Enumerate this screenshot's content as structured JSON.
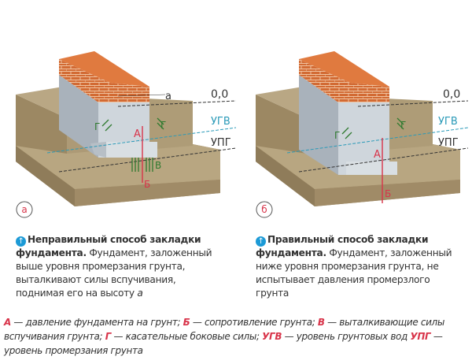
{
  "diagram_a": {
    "badge": "а",
    "gap_label": "а",
    "level_zero": "0,0",
    "ugv": "УГВ",
    "upg": "УПГ",
    "force_a": "А",
    "force_b": "Б",
    "force_v": "В",
    "force_g": "Г"
  },
  "diagram_b": {
    "badge": "б",
    "level_zero": "0,0",
    "ugv": "УГВ",
    "upg": "УПГ",
    "force_a": "А",
    "force_b": "Б",
    "force_g": "Г"
  },
  "caption_a": {
    "bold": "Неправильный способ закладки фундамента.",
    "text": " Фундамент, заложенный выше уровня промерзания грунта, выталкивают силы вспучивания, поднимая его на высоту ",
    "italic": "а"
  },
  "caption_b": {
    "bold": "Правильный способ закладки фундамента.",
    "text": " Фундамент, заложенный ниже уровня промерзания грунта, не испытывает давления промерзлого грунта"
  },
  "legend": [
    {
      "key": "А",
      "text": " — давление фундамента на грунт; "
    },
    {
      "key": "Б",
      "text": " — сопротивление грунта; "
    },
    {
      "key": "В",
      "text": " — выталкивающие силы вспучивания грунта; "
    },
    {
      "key": "Г",
      "text": " — касательные боковые силы; "
    },
    {
      "key": "УГВ",
      "text": " — уровень грунтовых вод "
    },
    {
      "key": "УПГ",
      "text": " — уровень промерзания грунта"
    }
  ],
  "colors": {
    "accent_red": "#d8344a",
    "ugv_blue": "#2a9ab8",
    "force_green": "#2f7a2f",
    "icon_blue": "#1c9ad6"
  }
}
